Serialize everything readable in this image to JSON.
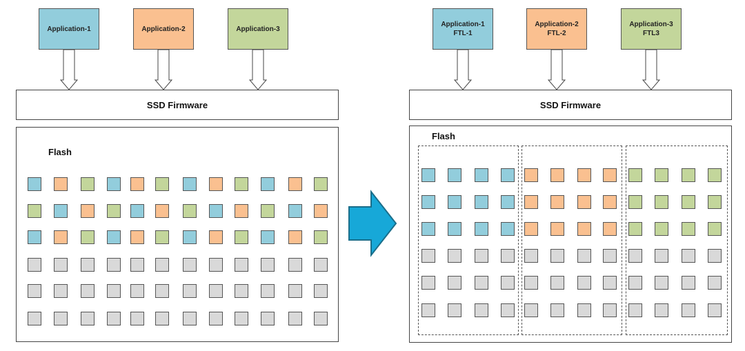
{
  "colors": {
    "blue": "#92cddc",
    "orange": "#fac090",
    "green": "#c3d69b",
    "gray": "#d9d9d9",
    "arrow": "#17a8d8",
    "arrow_dark": "#1a6e8a"
  },
  "left": {
    "apps": [
      {
        "label": "Application-1",
        "color": "blue"
      },
      {
        "label": "Application-2",
        "color": "orange"
      },
      {
        "label": "Application-3",
        "color": "green"
      }
    ],
    "firmware_label": "SSD Firmware",
    "flash_label": "Flash",
    "grid": [
      [
        "blue",
        "orange",
        "green",
        "blue",
        "orange",
        "green",
        "blue",
        "orange",
        "green",
        "blue",
        "orange",
        "green"
      ],
      [
        "green",
        "blue",
        "orange",
        "green",
        "blue",
        "orange",
        "green",
        "blue",
        "orange",
        "green",
        "blue",
        "orange"
      ],
      [
        "blue",
        "orange",
        "green",
        "blue",
        "orange",
        "green",
        "blue",
        "orange",
        "green",
        "blue",
        "orange",
        "green"
      ],
      [
        "gray",
        "gray",
        "gray",
        "gray",
        "gray",
        "gray",
        "gray",
        "gray",
        "gray",
        "gray",
        "gray",
        "gray"
      ],
      [
        "gray",
        "gray",
        "gray",
        "gray",
        "gray",
        "gray",
        "gray",
        "gray",
        "gray",
        "gray",
        "gray",
        "gray"
      ],
      [
        "gray",
        "gray",
        "gray",
        "gray",
        "gray",
        "gray",
        "gray",
        "gray",
        "gray",
        "gray",
        "gray",
        "gray"
      ]
    ]
  },
  "right": {
    "apps": [
      {
        "label": "Application-1\nFTL-1",
        "color": "blue"
      },
      {
        "label": "Application-2\nFTL-2",
        "color": "orange"
      },
      {
        "label": "Application-3\nFTL3",
        "color": "green"
      }
    ],
    "firmware_label": "SSD Firmware",
    "flash_label": "Flash",
    "groups": [
      {
        "color": "blue",
        "filled_rows": 3,
        "rows": 6,
        "cols": 4
      },
      {
        "color": "orange",
        "filled_rows": 3,
        "rows": 6,
        "cols": 4
      },
      {
        "color": "green",
        "filled_rows": 3,
        "rows": 6,
        "cols": 4
      }
    ]
  }
}
